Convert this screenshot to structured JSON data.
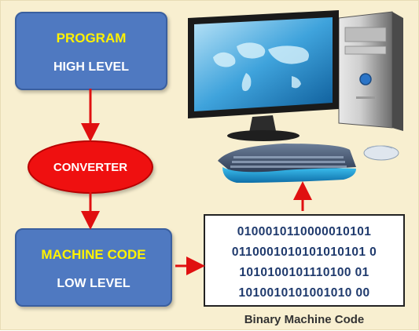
{
  "program_box": {
    "line1": "PROGRAM",
    "line2": "HIGH  LEVEL"
  },
  "converter": {
    "label": "CONVERTER"
  },
  "machine_box": {
    "line1": "MACHINE  CODE",
    "line2": "LOW  LEVEL"
  },
  "binary_box": {
    "lines": [
      "0100010110000010101",
      "0110001010101010101 0",
      "1010100101110100 01",
      "1010010101001010 00"
    ]
  },
  "caption": "Binary  Machine Code",
  "icons": [
    "computer-icon",
    "monitor-icon",
    "keyboard-icon",
    "mouse-icon",
    "cpu-tower-icon"
  ],
  "colors": {
    "box_fill": "#4f79c1",
    "converter_fill": "#ef1010",
    "arrow": "#e01010",
    "highlight_text": "#fff200",
    "background": "#f8efd0"
  }
}
